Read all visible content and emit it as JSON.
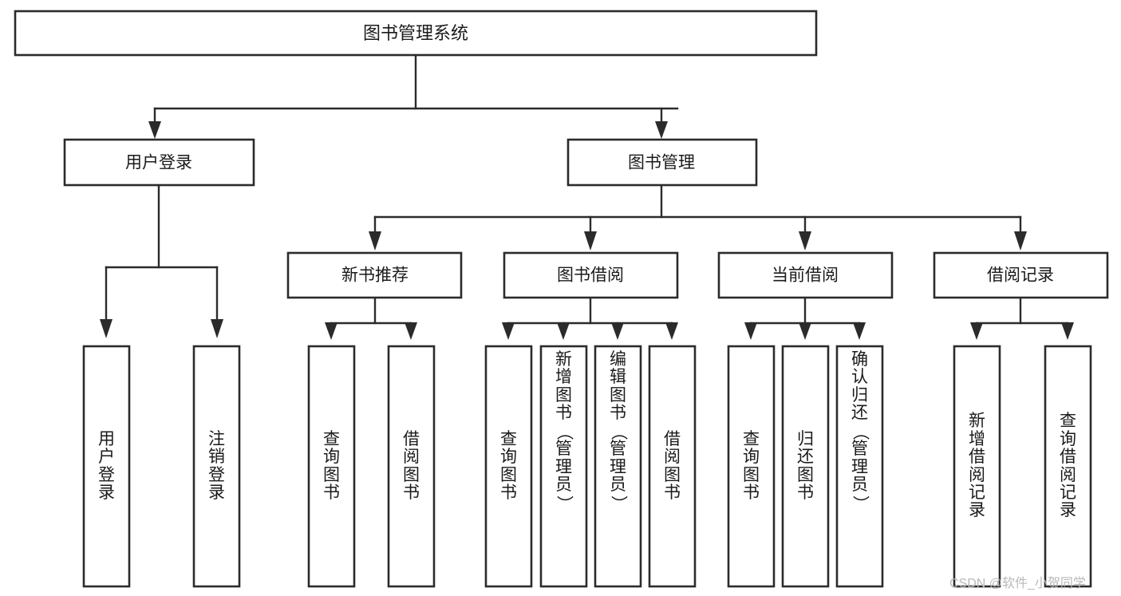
{
  "diagram": {
    "type": "tree-hierarchy",
    "title": "图书管理系统",
    "watermark": "CSDN @软件_小贺同学",
    "colors": {
      "box_stroke": "#2b2b2b",
      "box_fill": "#ffffff",
      "text": "#1a1a1a",
      "background": "#ffffff",
      "watermark": "#b9b9b9"
    },
    "root": {
      "label": "图书管理系统"
    },
    "level2": [
      {
        "label": "用户登录"
      },
      {
        "label": "图书管理"
      }
    ],
    "level3": [
      {
        "label": "新书推荐"
      },
      {
        "label": "图书借阅"
      },
      {
        "label": "当前借阅"
      },
      {
        "label": "借阅记录"
      }
    ],
    "leaves": {
      "user_login": [
        {
          "label": "用户登录",
          "chars": [
            "用",
            "户",
            "登",
            "录"
          ]
        },
        {
          "label": "注销登录",
          "chars": [
            "注",
            "销",
            "登",
            "录"
          ]
        }
      ],
      "new_book": [
        {
          "label": "查询图书",
          "chars": [
            "查",
            "询",
            "图",
            "书"
          ]
        },
        {
          "label": "借阅图书",
          "chars": [
            "借",
            "阅",
            "图",
            "书"
          ]
        }
      ],
      "book_borrow": [
        {
          "label": "查询图书",
          "chars": [
            "查",
            "询",
            "图",
            "书"
          ]
        },
        {
          "label": "新增图书（管理员）",
          "chars": [
            "新",
            "增",
            "图",
            "书",
            "（",
            "管",
            "理",
            "员",
            "）"
          ]
        },
        {
          "label": "编辑图书（管理员）",
          "chars": [
            "编",
            "辑",
            "图",
            "书",
            "（",
            "管",
            "理",
            "员",
            "）"
          ]
        },
        {
          "label": "借阅图书",
          "chars": [
            "借",
            "阅",
            "图",
            "书"
          ]
        }
      ],
      "current_borrow": [
        {
          "label": "查询图书",
          "chars": [
            "查",
            "询",
            "图",
            "书"
          ]
        },
        {
          "label": "归还图书",
          "chars": [
            "归",
            "还",
            "图",
            "书"
          ]
        },
        {
          "label": "确认归还（管理员）",
          "chars": [
            "确",
            "认",
            "归",
            "还",
            "（",
            "管",
            "理",
            "员",
            "）"
          ]
        }
      ],
      "borrow_record": [
        {
          "label": "新增借阅记录",
          "chars": [
            "新",
            "增",
            "借",
            "阅",
            "记",
            "录"
          ]
        },
        {
          "label": "查询借阅记录",
          "chars": [
            "查",
            "询",
            "借",
            "阅",
            "记",
            "录"
          ]
        }
      ]
    }
  }
}
